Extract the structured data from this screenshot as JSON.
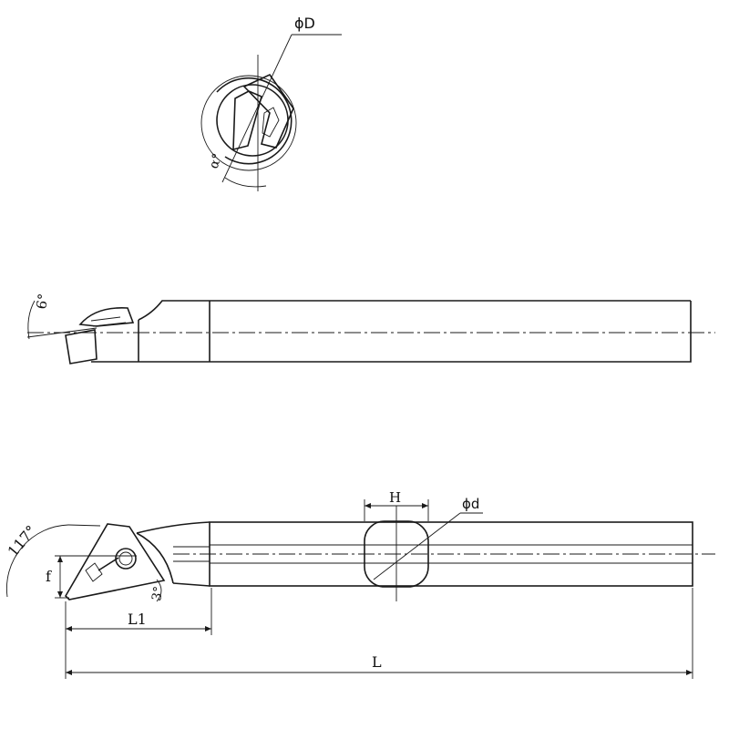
{
  "labels": {
    "phi_D": "ϕD",
    "alpha": "α°",
    "six_deg": "6°",
    "one_seventeen": "117°",
    "three_deg": "3°",
    "f": "f",
    "L1": "L1",
    "L": "L",
    "H": "H",
    "phi_d": "ϕd"
  }
}
